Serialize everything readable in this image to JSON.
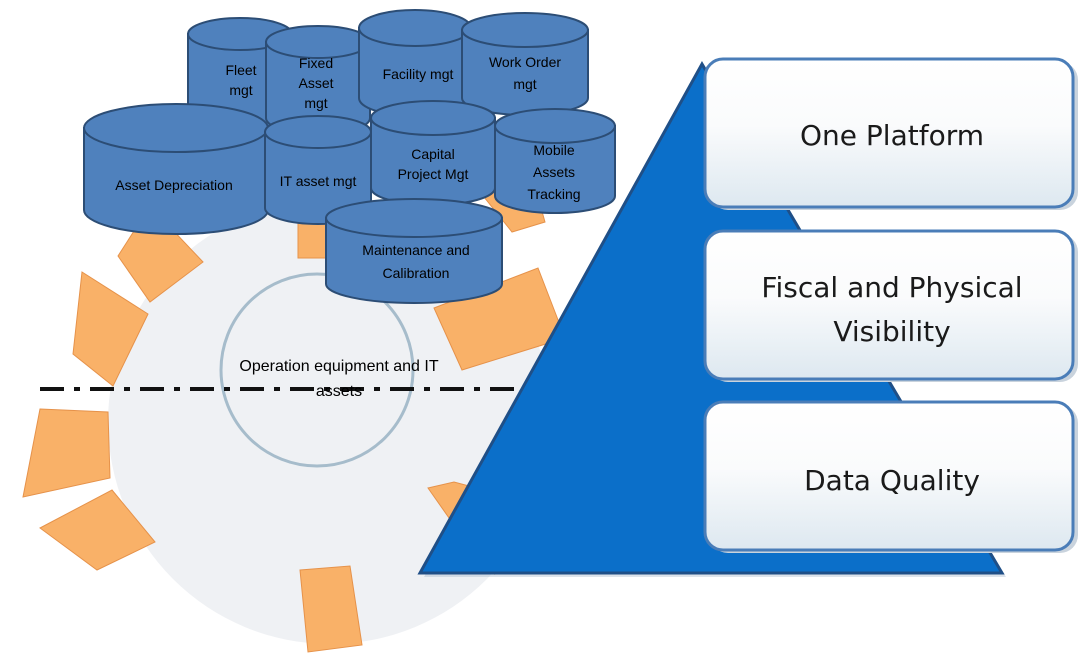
{
  "colors": {
    "cylinder_fill": "#4f81bd",
    "cylinder_stroke": "#2c4d75",
    "gear_teeth": "#f9b168",
    "gear_body": "#eff1f4",
    "inner_circle": "#a6bccb",
    "pyramid_fill": "#0b6fc9",
    "pyramid_stroke": "#1f4f87",
    "panel_border": "#4a7db8"
  },
  "center_label": {
    "line1": "Operation equipment  and IT",
    "line2": "assets"
  },
  "cylinders": {
    "fleet": {
      "lines": [
        "Fleet",
        "mgt"
      ]
    },
    "fixed_asset": {
      "lines": [
        "Fixed",
        "Asset",
        "mgt"
      ]
    },
    "facility": {
      "lines": [
        "Facility mgt"
      ]
    },
    "work_order": {
      "lines": [
        "Work Order",
        "mgt"
      ]
    },
    "asset_depreciation": {
      "lines": [
        "Asset Depreciation"
      ]
    },
    "it_asset": {
      "lines": [
        "IT asset mgt"
      ]
    },
    "capital_project": {
      "lines": [
        "Capital",
        "Project Mgt"
      ]
    },
    "mobile_assets": {
      "lines": [
        "Mobile",
        "Assets",
        "Tracking"
      ]
    },
    "maintenance": {
      "lines": [
        "Maintenance and",
        "Calibration"
      ]
    }
  },
  "panels": {
    "one_platform": {
      "lines": [
        "One Platform"
      ]
    },
    "fiscal_physical": {
      "lines": [
        "Fiscal and Physical",
        "Visibility"
      ]
    },
    "data_quality": {
      "lines": [
        "Data Quality"
      ]
    }
  }
}
